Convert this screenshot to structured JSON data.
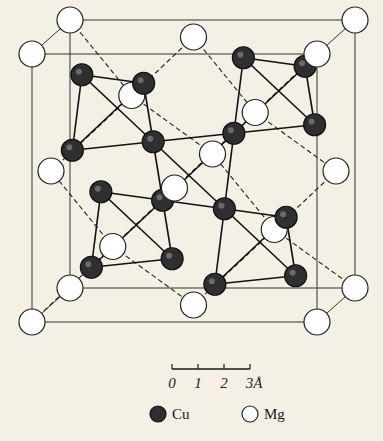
{
  "diagram": {
    "labels": [
      "0",
      "1",
      "2",
      "3Å"
    ],
    "legend": [
      {
        "text": "Cu"
      },
      {
        "text": "Mg"
      }
    ]
  }
}
